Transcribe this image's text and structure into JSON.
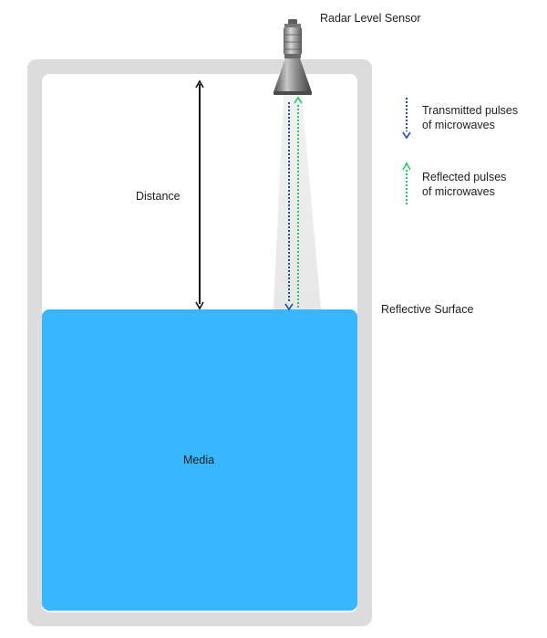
{
  "labels": {
    "sensor": "Radar Level Sensor",
    "distance": "Distance",
    "reflective_surface": "Reflective Surface",
    "media": "Media"
  },
  "legend": {
    "transmitted": {
      "line1": "Transmitted pulses",
      "line2": "of microwaves",
      "color": "#1f4fb0"
    },
    "reflected": {
      "line1": "Reflected pulses",
      "line2": "of microwaves",
      "color": "#2fc46a"
    }
  },
  "colors": {
    "tank_wall": "#dcdcdc",
    "tank_interior": "#ffffff",
    "media": "#38b6ff",
    "distance_arrow": "#111111",
    "sensor_body": "#8a8a8a"
  }
}
